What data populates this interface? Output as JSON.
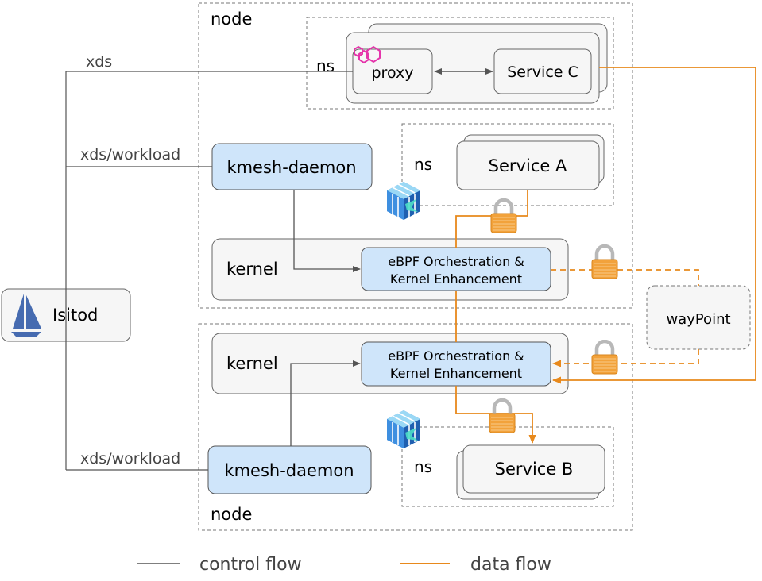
{
  "labels": {
    "node_top": "node",
    "node_bottom": "node",
    "ns_proxy": "ns",
    "ns_service_a": "ns",
    "ns_service_b": "ns",
    "xds": "xds",
    "xds_workload_top": "xds/workload",
    "xds_workload_bottom": "xds/workload"
  },
  "boxes": {
    "proxy": "proxy",
    "service_c": "Service C",
    "service_a": "Service A",
    "service_b": "Service B",
    "kmesh_daemon_top": "kmesh-daemon",
    "kmesh_daemon_bottom": "kmesh-daemon",
    "kernel_top": "kernel",
    "kernel_bottom": "kernel",
    "ebpf_top_line1": "eBPF Orchestration &",
    "ebpf_top_line2": "Kernel Enhancement",
    "ebpf_bottom_line1": "eBPF Orchestration &",
    "ebpf_bottom_line2": "Kernel Enhancement",
    "istiod": "Isitod",
    "waypoint": "wayPoint"
  },
  "legend": {
    "control": "control flow",
    "data": "data flow"
  },
  "colors": {
    "control_line": "#555555",
    "data_line": "#E8891C",
    "kmesh_fill": "#CFE5FA",
    "box_fill": "#F6F6F6",
    "lock_body": "#F2A23B",
    "lock_shackle": "#B8B8B8",
    "istio_blue": "#466BB0",
    "envoy_pink": "#E535AB"
  },
  "icons": [
    "istio-sail-icon",
    "envoy-proxy-icon",
    "kmesh-cube-icon",
    "lock-icon"
  ]
}
